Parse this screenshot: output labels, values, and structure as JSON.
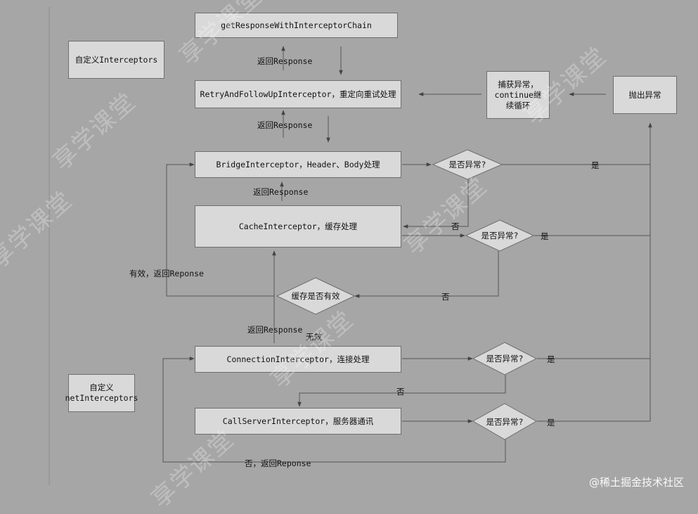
{
  "nodes": {
    "chain": "getResponseWithInterceptorChain",
    "custom": "自定义Interceptors",
    "retry": "RetryAndFollowUpInterceptor，重定向重试处理",
    "bridge": "BridgeInterceptor，Header、Body处理",
    "cache": "CacheInterceptor，缓存处理",
    "connection": "ConnectionInterceptor，连接处理",
    "callserver": "CallServerInterceptor，服务器通讯",
    "netcustom": "自定义\nnetInterceptors",
    "catch": "捕获异常，\ncontinue继\n续循环",
    "throw": "抛出异常"
  },
  "decisions": {
    "d1": "是否异常?",
    "d2": "是否异常?",
    "d3": "是否异常?",
    "d4": "是否异常?",
    "cache_valid": "缓存是否有效"
  },
  "labels": {
    "resp1": "返回Response",
    "resp2": "返回Response",
    "resp3": "返回Response",
    "resp4": "返回Response",
    "yes1": "是",
    "yes2": "是",
    "yes3": "是",
    "yes4": "是",
    "no1": "否",
    "no2": "否",
    "no3": "否",
    "valid": "有效，返回Reponse",
    "invalid": "无效",
    "no_return": "否，返回Reponse"
  },
  "watermark": "享学课堂",
  "site": "@稀土掘金技术社区"
}
